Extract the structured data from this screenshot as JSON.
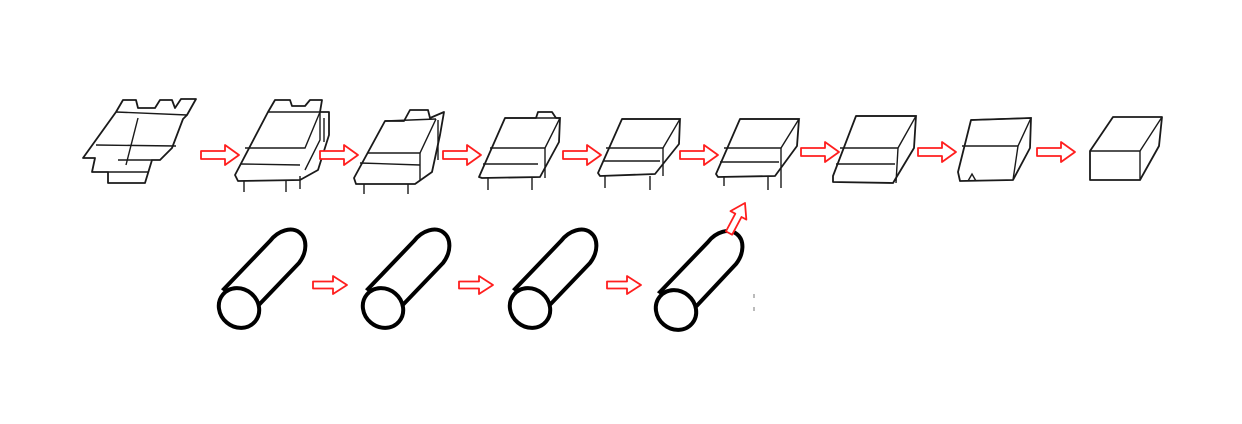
{
  "diagram": {
    "arrow_color": "#ff1e1e",
    "line_color": "#1a1a1a",
    "background": "#ffffff",
    "top_row": {
      "stages": [
        {
          "name": "stage-1-tabbed-blank"
        },
        {
          "name": "stage-2-folded-sides"
        },
        {
          "name": "stage-3-partial-fold"
        },
        {
          "name": "stage-4-raised-tab"
        },
        {
          "name": "stage-5-open-box"
        },
        {
          "name": "stage-6-box-with-foot"
        },
        {
          "name": "stage-7-box-banded"
        },
        {
          "name": "stage-8-box-notched"
        },
        {
          "name": "stage-9-finished-box"
        }
      ],
      "arrows": 8
    },
    "bottom_row": {
      "stages": [
        {
          "name": "cylinder-1"
        },
        {
          "name": "cylinder-2"
        },
        {
          "name": "cylinder-3"
        },
        {
          "name": "cylinder-4"
        }
      ],
      "arrows": 3,
      "merge_arrow_target": "stage-6-box-with-foot"
    }
  }
}
